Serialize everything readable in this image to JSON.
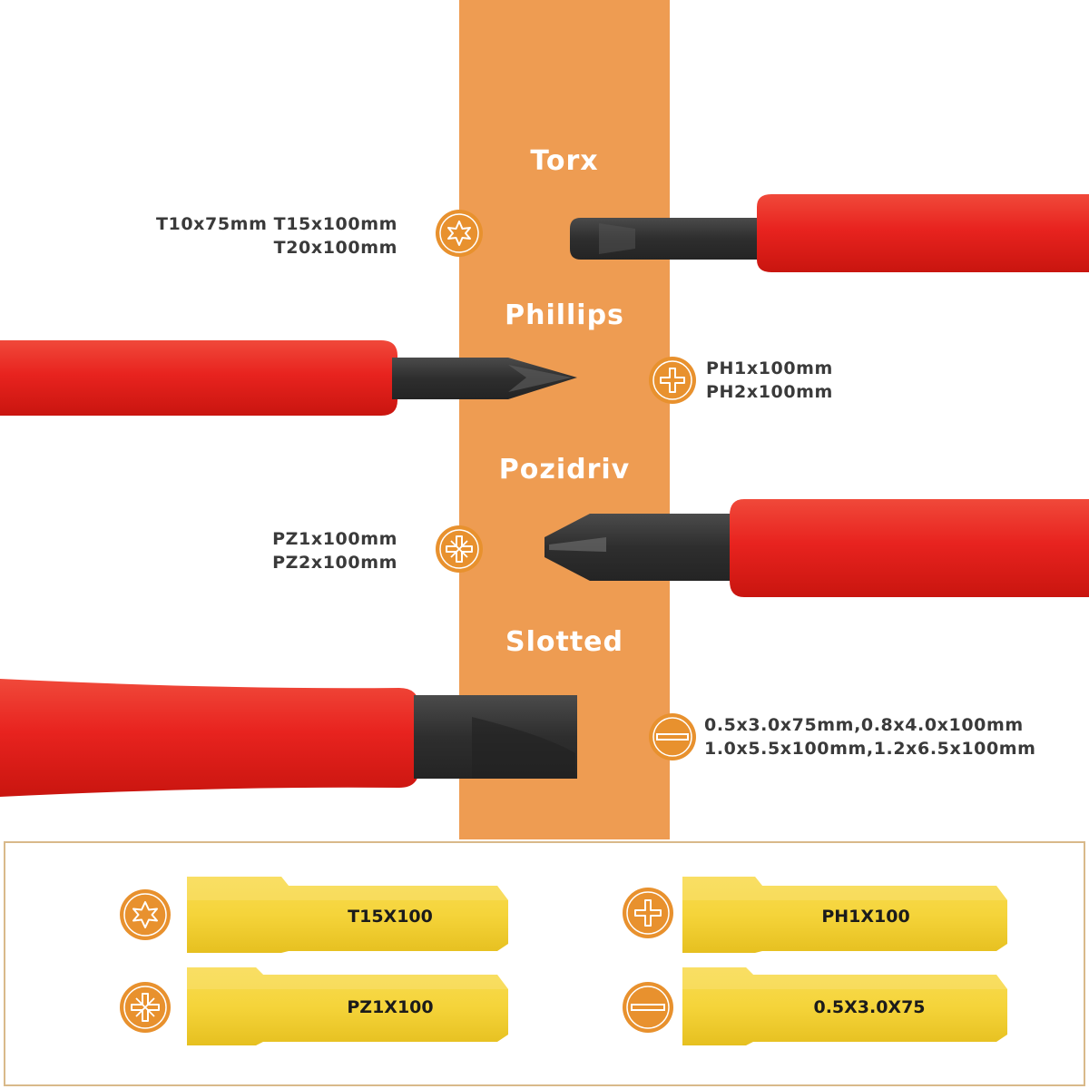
{
  "colors": {
    "band": "#EE9C52",
    "handle_red": "#E8231F",
    "tip_dark": "#3A3A3A",
    "icon_orange": "#E8912E",
    "bit_yellow": "#F5D43A",
    "panel_border": "#D9B98A"
  },
  "sections": [
    {
      "title": "Torx",
      "icon": "torx-icon",
      "specs": [
        "T10x75mm  T15x100mm",
        "T20x100mm"
      ]
    },
    {
      "title": "Phillips",
      "icon": "phillips-icon",
      "specs": [
        "PH1x100mm",
        "PH2x100mm"
      ]
    },
    {
      "title": "Pozidriv",
      "icon": "pozidriv-icon",
      "specs": [
        "PZ1x100mm",
        "PZ2x100mm"
      ]
    },
    {
      "title": "Slotted",
      "icon": "slotted-icon",
      "specs": [
        "0.5x3.0x75mm,0.8x4.0x100mm",
        "1.0x5.5x100mm,1.2x6.5x100mm"
      ]
    }
  ],
  "bits": [
    {
      "icon": "torx-icon",
      "label": "T15X100"
    },
    {
      "icon": "phillips-icon",
      "label": "PH1X100"
    },
    {
      "icon": "pozidriv-icon",
      "label": "PZ1X100"
    },
    {
      "icon": "slotted-icon",
      "label": "0.5X3.0X75"
    }
  ]
}
